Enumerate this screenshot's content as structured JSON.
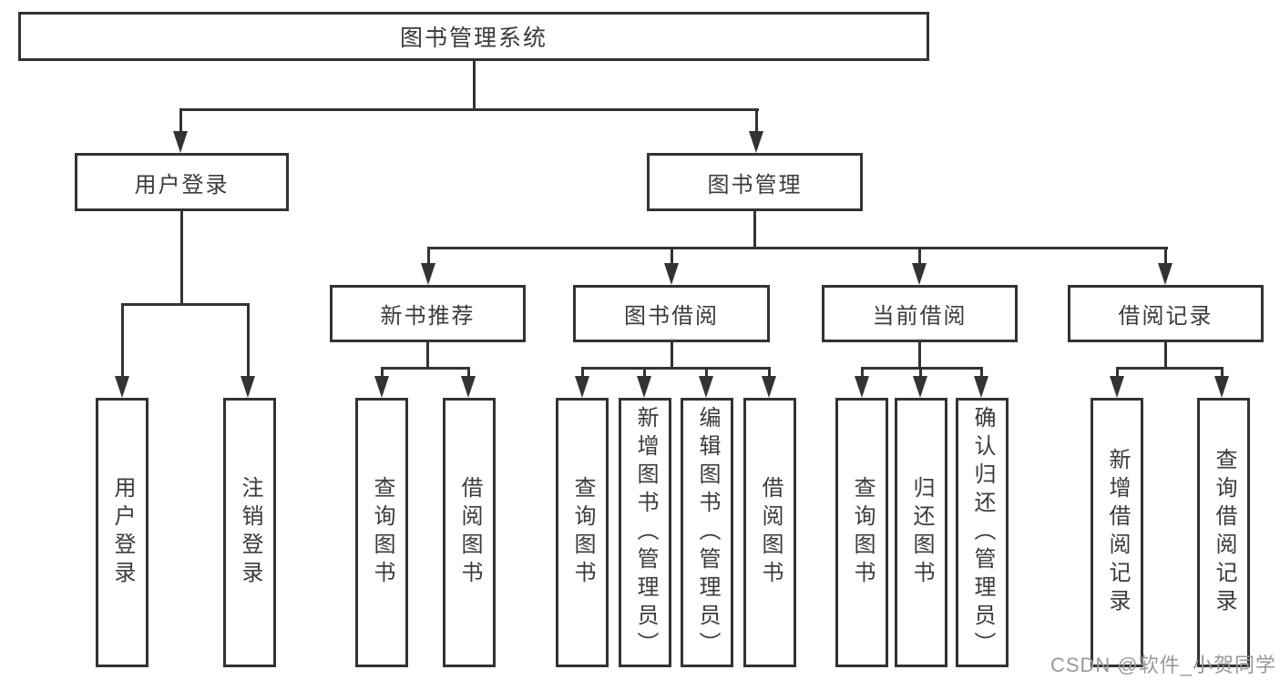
{
  "diagram": {
    "root": {
      "label": "图书管理系统"
    },
    "level2": {
      "user_login": "用户登录",
      "book_mgmt": "图书管理"
    },
    "level3": {
      "new_books": "新书推荐",
      "borrowing": "图书借阅",
      "current": "当前借阅",
      "records": "借阅记录"
    },
    "leaves": {
      "user_login": "用户登录",
      "logout": "注销登录",
      "nb_query": "查询图书",
      "nb_borrow": "借阅图书",
      "bw_query": "查询图书",
      "bw_add": "新增图书（管理员）",
      "bw_edit": "编辑图书（管理员）",
      "bw_borrow": "借阅图书",
      "cu_query": "查询图书",
      "cu_return": "归还图书",
      "cu_confirm": "确认归还（管理员）",
      "re_add": "新增借阅记录",
      "re_query": "查询借阅记录"
    },
    "colors": {
      "border": "#333333",
      "line": "#333333",
      "text": "#3b3b3b"
    }
  },
  "watermark": {
    "text": "CSDN @软件_小贺同学",
    "color": "#9d9797"
  }
}
